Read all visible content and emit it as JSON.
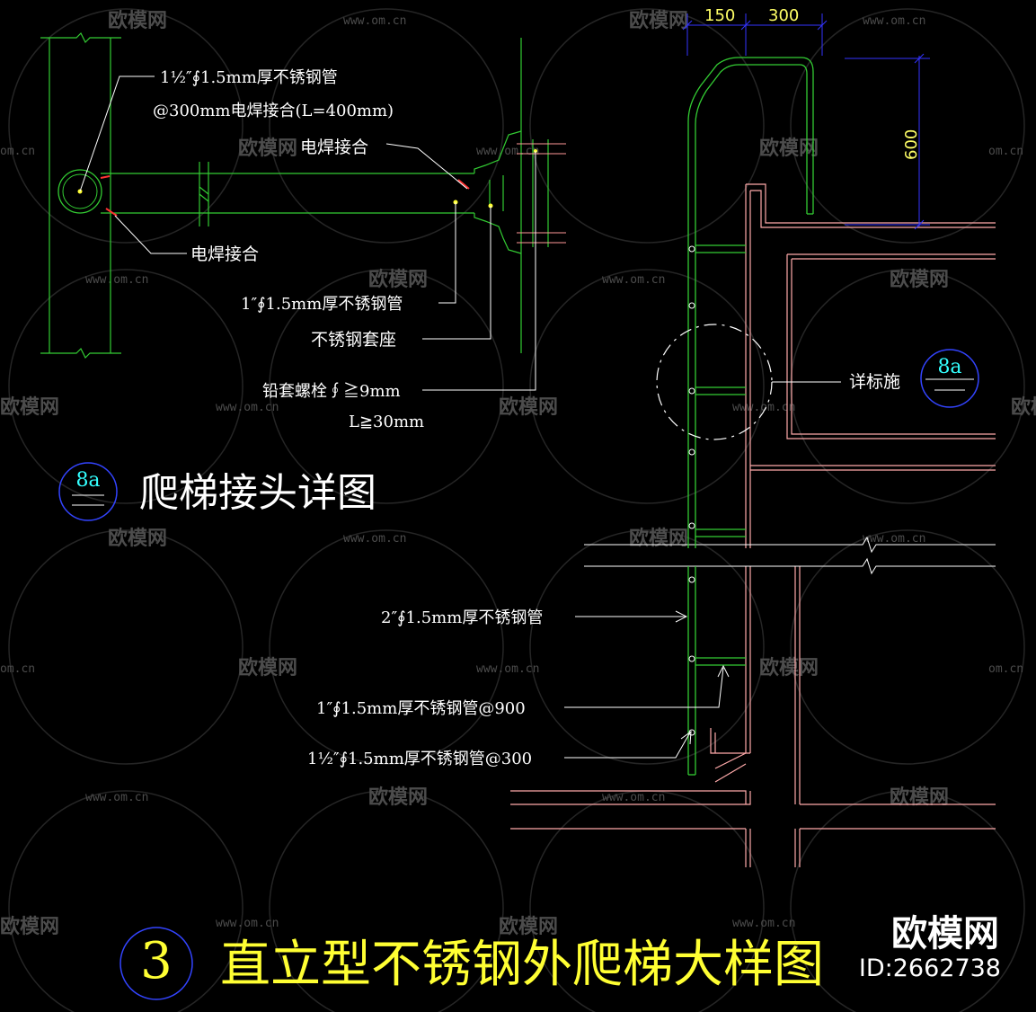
{
  "watermark": {
    "brand": "欧模网",
    "url": "www.om.cn",
    "url_short": "om.cn"
  },
  "detail": {
    "tag": "8a",
    "title": "爬梯接头详图",
    "labels": {
      "pipe_top_1": "1½″∮1.5mm厚不锈钢管",
      "pipe_top_2": "@300mm电焊接合(L=400mm)",
      "weld_upper": "电焊接合",
      "weld_lower": "电焊接合",
      "pipe_1in": "1″∮1.5mm厚不锈钢管",
      "socket": "不锈钢套座",
      "bolt_1": "铅套螺栓∮≧9mm",
      "bolt_2": "L≧30mm"
    }
  },
  "elevation": {
    "dims": {
      "d150": "150",
      "d300": "300",
      "d600": "600"
    },
    "callout_text": "详标施",
    "callout_tag": "8a",
    "labels": {
      "rail_2in": "2″∮1.5mm厚不锈钢管",
      "rung_900": "1″∮1.5mm厚不锈钢管@900",
      "rung_300": "1½″∮1.5mm厚不锈钢管@300"
    }
  },
  "main_title": {
    "number": "3",
    "text": "直立型不锈钢外爬梯大样图"
  },
  "brand_badge": {
    "name": "欧模网",
    "id": "ID:2662738"
  },
  "colors": {
    "background": "#000000",
    "pipe": "#33cc33",
    "wall": "#ffaaaa",
    "dimension": "#3333ff",
    "title": "#ffff33",
    "tag": "#33ffff",
    "circle": "#3344ff"
  }
}
